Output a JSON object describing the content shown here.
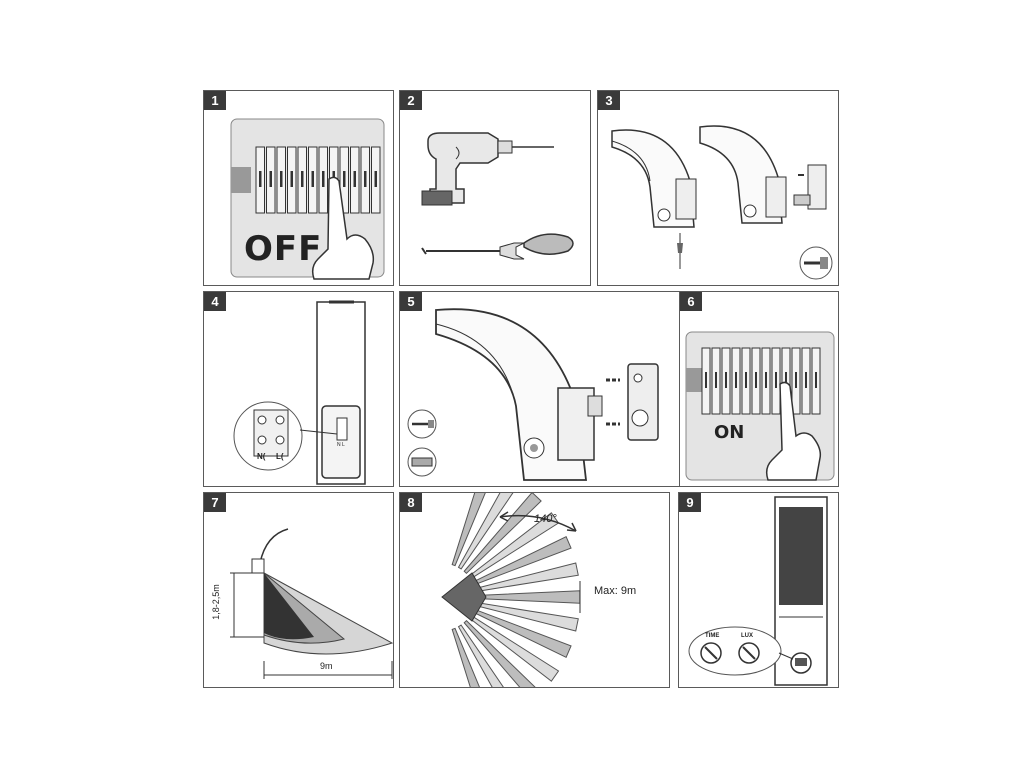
{
  "steps": [
    {
      "number": "1",
      "label": "OFF"
    },
    {
      "number": "2"
    },
    {
      "number": "3"
    },
    {
      "number": "4",
      "terminal_n": "N(",
      "terminal_l": "L(",
      "terminal_small": "N L"
    },
    {
      "number": "5"
    },
    {
      "number": "6",
      "label": "ON"
    },
    {
      "number": "7",
      "height_label": "1,8-2,5m",
      "distance_label": "9m"
    },
    {
      "number": "8",
      "angle_label": "140°",
      "range_label": "Max: 9m"
    },
    {
      "number": "9",
      "time_label": "TIME",
      "lux_label": "LUX"
    }
  ],
  "colors": {
    "border": "#5a5a5a",
    "badge": "#3a3a3a",
    "line": "#333333",
    "grey": "#cfcfcf",
    "dark": "#555555"
  },
  "icons": [
    "breaker-panel-icon",
    "hand-icon",
    "drill-icon",
    "screwdriver-icon",
    "wall-lamp-icon",
    "mounting-plate-icon",
    "screw-icon",
    "wall-plug-icon",
    "terminal-block-icon",
    "detection-cone-icon",
    "detection-fan-icon",
    "knob-icon",
    "sensor-icon"
  ]
}
